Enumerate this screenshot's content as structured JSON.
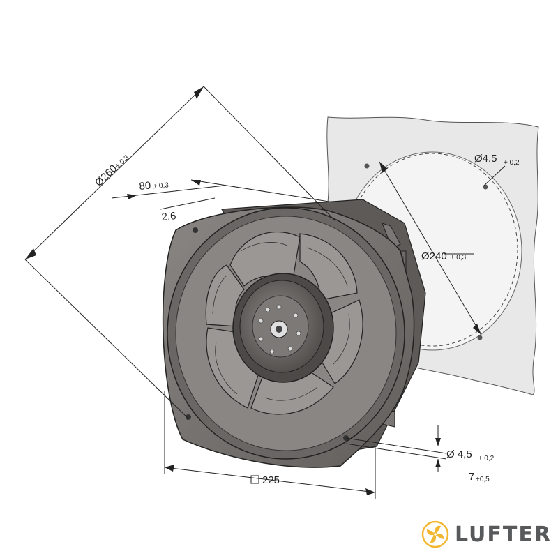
{
  "dimensions": {
    "diag_260": {
      "main": "Ø260",
      "tol": "± 0,3"
    },
    "depth_80": {
      "main": "80",
      "tol": "± 0,3"
    },
    "flange_26": {
      "main": "2,6"
    },
    "hole_45_plate": {
      "main": "Ø4,5",
      "tol": "+ 0,2"
    },
    "bolt_240": {
      "main": "Ø240",
      "tol": "± 0,3"
    },
    "hole_45_fan": {
      "main": "Ø 4,5",
      "tol": "± 0,2"
    },
    "edge_7": {
      "main": "7",
      "tol": "+0,5"
    },
    "square_225": {
      "main": "225"
    }
  },
  "logo": {
    "text": "LUFTER",
    "icon": "fan-icon",
    "color": "#58595b",
    "accent": "#f2b632"
  },
  "colors": {
    "plate": "#e8e8e8",
    "housing": "#7a7774",
    "housing_dark": "#4a4644",
    "housing_light": "#9b9794",
    "line": "#222222"
  }
}
